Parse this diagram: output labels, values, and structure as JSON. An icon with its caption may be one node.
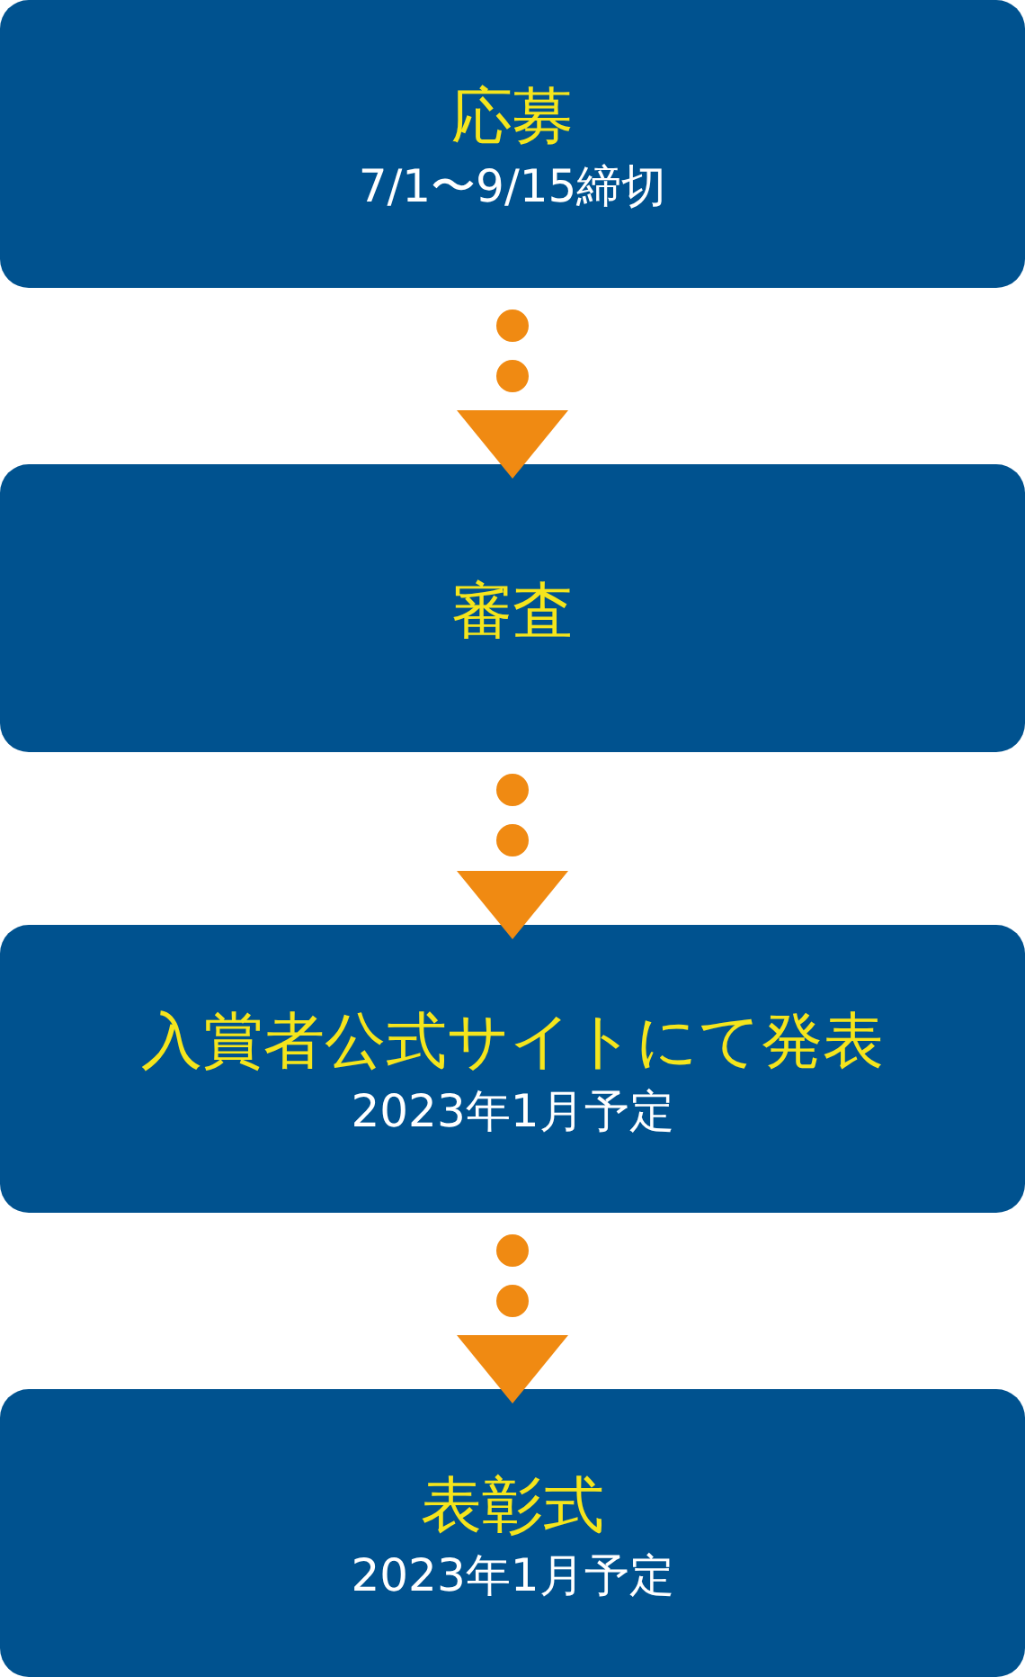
{
  "diagram": {
    "nodes": [
      {
        "text": [
          "応募",
          "7/1〜9/15締切"
        ]
      },
      {
        "text": [
          "審査"
        ]
      },
      {
        "text": [
          "入賞者公式サイトにて発表",
          "2023年1月予定"
        ]
      },
      {
        "text": [
          "表彰式",
          "2023年1月予定"
        ]
      }
    ],
    "edges": [
      {
        "from": 0,
        "to": 1,
        "arrow": "to",
        "style": "dashed",
        "color": "#f08a12"
      },
      {
        "from": 1,
        "to": 2,
        "arrow": "to",
        "style": "dashed",
        "color": "#f08a12"
      },
      {
        "from": 2,
        "to": 3,
        "arrow": "to",
        "style": "dashed",
        "color": "#f08a12"
      }
    ]
  }
}
